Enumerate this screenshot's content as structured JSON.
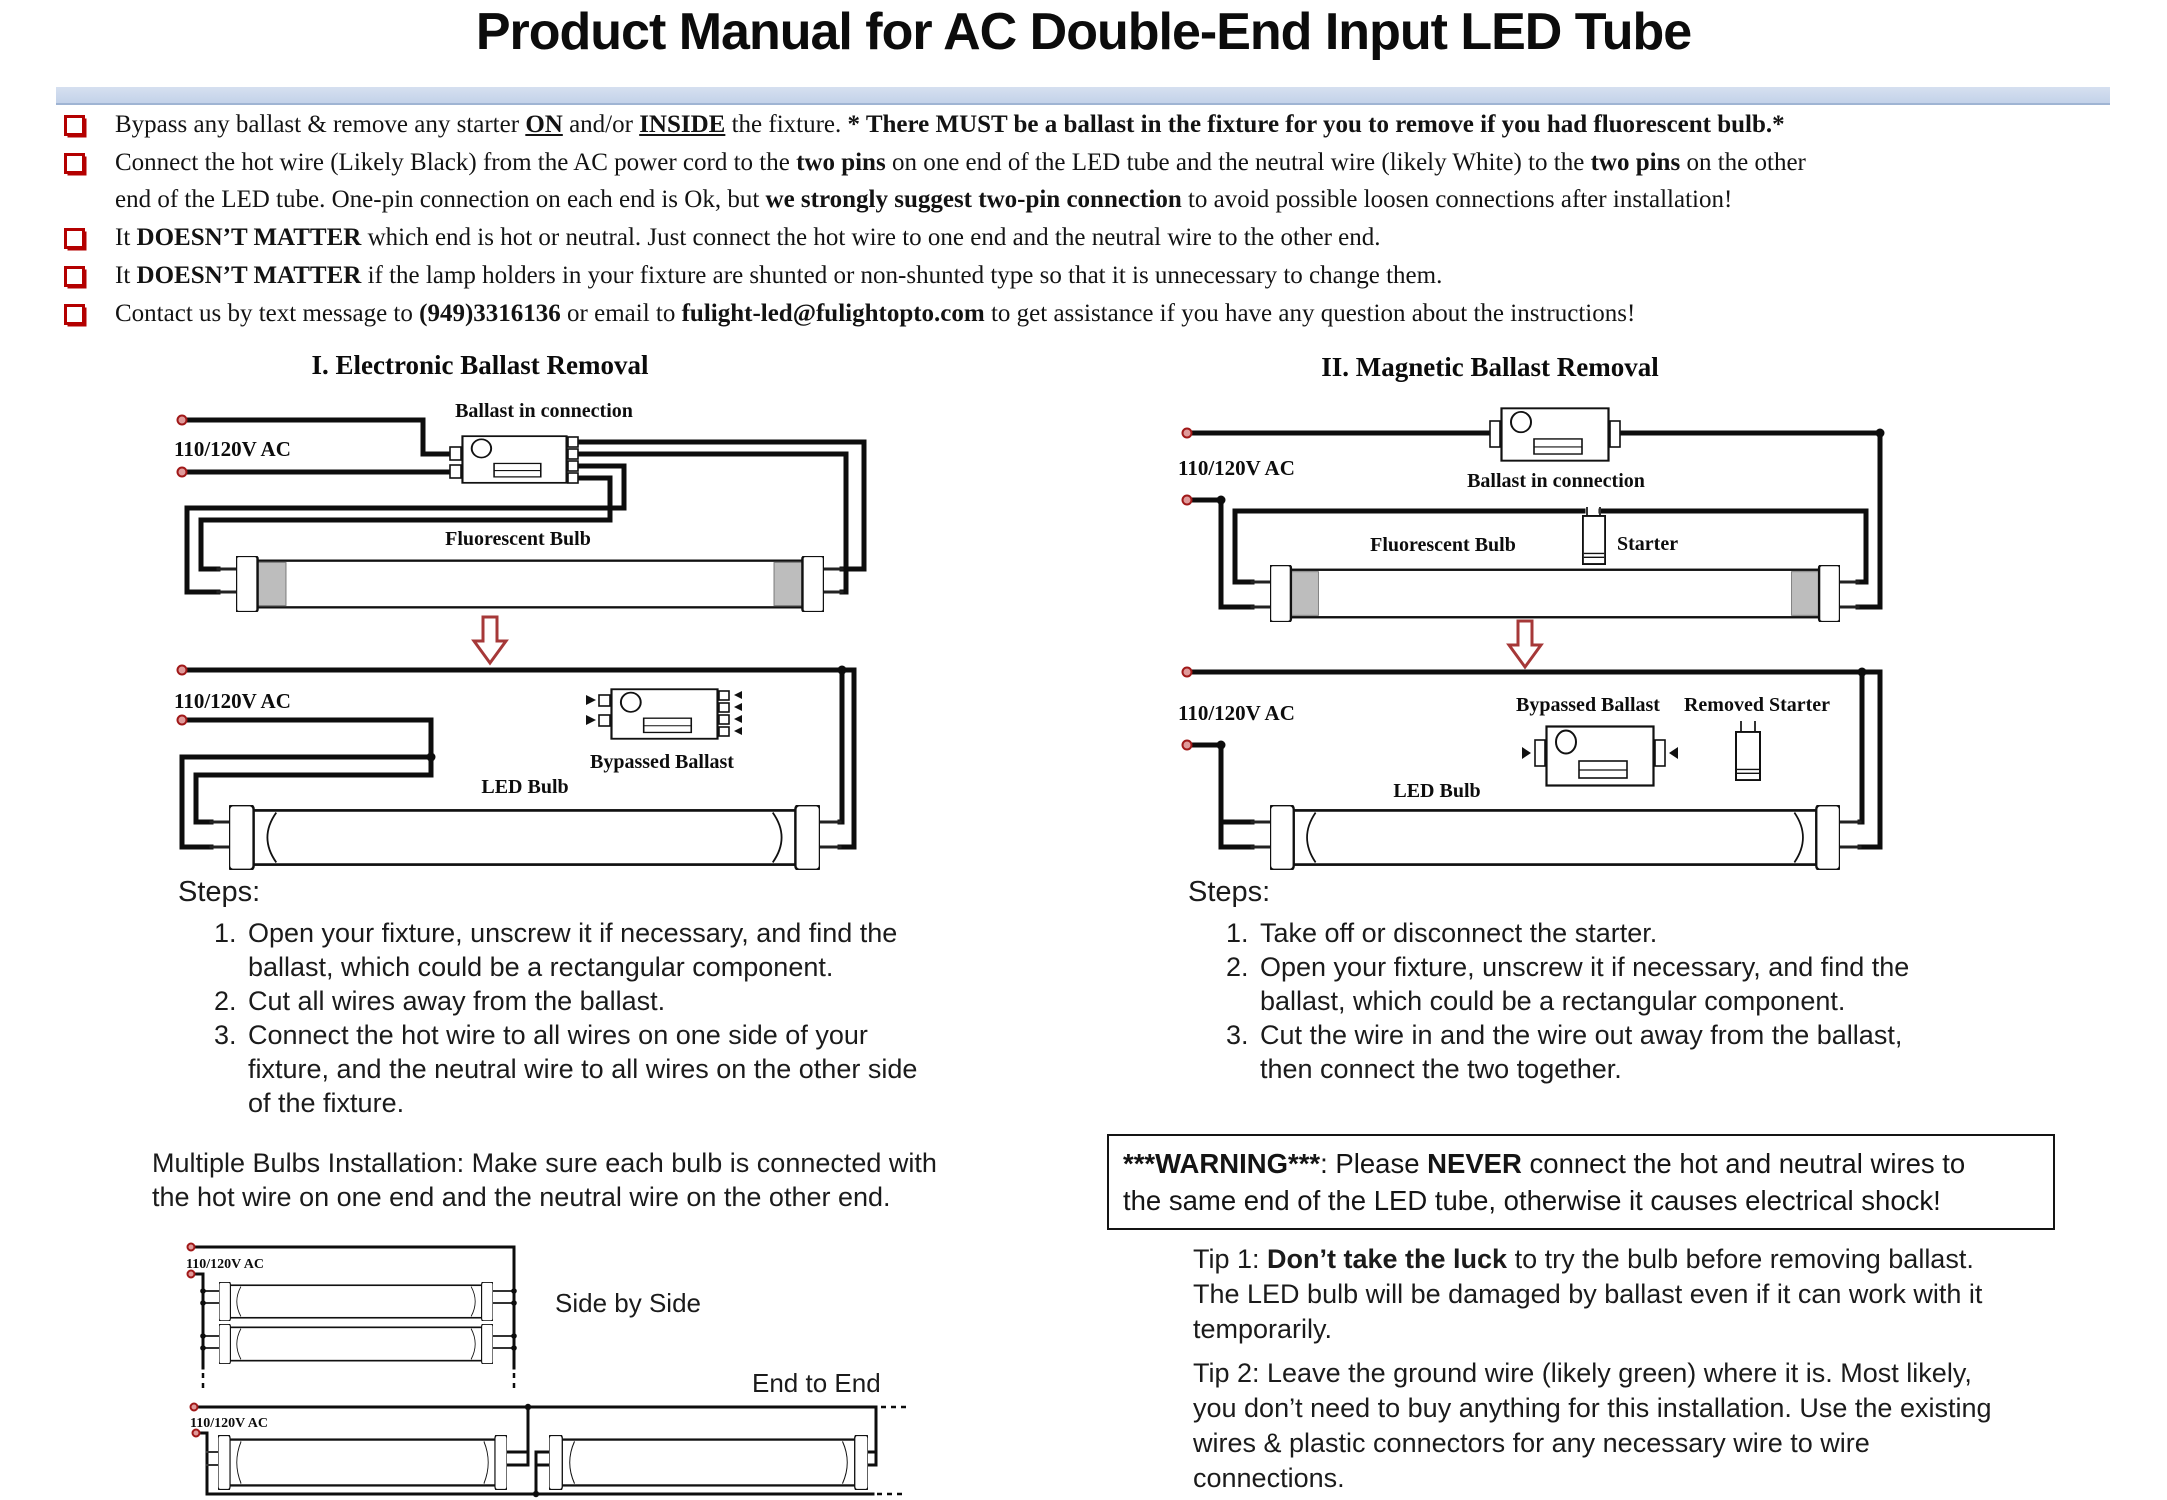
{
  "title": "Product Manual for AC Double-End Input LED Tube",
  "colors": {
    "accent_bar": "#c3d2e9",
    "bullet_red": "#b40000",
    "arrow_red": "#a63838",
    "wire_black": "#0d0d0d"
  },
  "bullets": [
    {
      "segments": [
        {
          "text": "Bypass any ballast & remove any starter "
        },
        {
          "text": "ON",
          "bold": true,
          "underline": true
        },
        {
          "text": " and/or "
        },
        {
          "text": "INSIDE",
          "bold": true,
          "underline": true
        },
        {
          "text": " the fixture. "
        },
        {
          "text": "* There MUST be a ballast in the fixture for you to remove if you had fluorescent bulb.*",
          "bold": true
        }
      ]
    },
    {
      "segments": [
        {
          "text": "Connect the hot wire (Likely Black) from the AC power cord to the "
        },
        {
          "text": "two pins",
          "bold": true
        },
        {
          "text": " on one end of the LED tube and the neutral wire (likely White) to the "
        },
        {
          "text": "two pins",
          "bold": true
        },
        {
          "text": " on the other\nend of the LED tube. One-pin connection on each end is Ok, but "
        },
        {
          "text": "we strongly suggest two-pin connection",
          "bold": true
        },
        {
          "text": " to avoid possible loosen connections after installation!"
        }
      ]
    },
    {
      "segments": [
        {
          "text": "It "
        },
        {
          "text": "DOESN’T MATTER",
          "bold": true
        },
        {
          "text": " which end is hot or neutral. Just connect the hot wire to one end and the neutral wire to the other end."
        }
      ]
    },
    {
      "segments": [
        {
          "text": "It "
        },
        {
          "text": "DOESN’T MATTER",
          "bold": true
        },
        {
          "text": " if the lamp holders in your fixture are shunted or non-shunted type so that it is unnecessary to change them."
        }
      ]
    },
    {
      "segments": [
        {
          "text": "Contact us by text message to "
        },
        {
          "text": "(949)3316136",
          "bold": true
        },
        {
          "text": " or email to "
        },
        {
          "text": "fulight-led@fulightopto.com",
          "bold": true
        },
        {
          "text": " to get assistance if you have any question about the instructions!"
        }
      ]
    }
  ],
  "left_section": {
    "heading": "I. Electronic Ballast Removal",
    "steps_label": "Steps:",
    "steps": [
      "Open your fixture, unscrew it if necessary, and find the\nballast, which could be a rectangular component.",
      "Cut all wires away from the ballast.",
      "Connect the hot wire to all wires on one side of your\nfixture, and the neutral wire to all wires on the other side\nof the fixture."
    ],
    "multi_note": "Multiple Bulbs Installation: Make sure each bulb is connected with\nthe hot wire on one end and the neutral wire on the other end."
  },
  "right_section": {
    "heading": "II. Magnetic Ballast Removal",
    "steps_label": "Steps:",
    "steps": [
      "Take off or disconnect the starter.",
      "Open your fixture, unscrew it if necessary, and find the\nballast, which could be a rectangular component.",
      "Cut the wire in and the wire out away from the ballast,\nthen connect the two together."
    ]
  },
  "warning": {
    "segments": [
      {
        "text": "***WARNING***",
        "bold": true
      },
      {
        "text": ": Please "
      },
      {
        "text": "NEVER",
        "bold": true
      },
      {
        "text": " connect the hot and neutral wires to\nthe same end of the LED tube, otherwise it causes electrical shock!"
      }
    ]
  },
  "tips": [
    {
      "segments": [
        {
          "text": "Tip 1: "
        },
        {
          "text": "Don’t take the luck",
          "bold": true
        },
        {
          "text": " to try the bulb before removing ballast.\nThe LED bulb will be damaged by ballast even if it can work with it\ntemporarily."
        }
      ]
    },
    {
      "segments": [
        {
          "text": "Tip 2: Leave the ground wire (likely green) where it is. Most likely,\nyou don’t need to buy anything for this installation. Use the existing\nwires & plastic connectors for any necessary wire to wire\nconnections."
        }
      ]
    }
  ],
  "diagrams": {
    "electronic": {
      "ballast_in": "Ballast in connection",
      "ac_top": "110/120V AC",
      "fluorescent_bulb": "Fluorescent Bulb",
      "ac_bottom": "110/120V AC",
      "bypassed_ballast": "Bypassed Ballast",
      "led_bulb": "LED Bulb"
    },
    "magnetic": {
      "ballast_in": "Ballast in connection",
      "ac_top": "110/120V AC",
      "starter": "Starter",
      "fluorescent_bulb": "Fluorescent Bulb",
      "ac_bottom": "110/120V AC",
      "bypassed_ballast": "Bypassed Ballast",
      "removed_starter": "Removed Starter",
      "led_bulb": "LED Bulb"
    },
    "multi": {
      "ac_top": "110/120V AC",
      "side_by_side": "Side by Side",
      "ac_bottom": "110/120V AC",
      "end_to_end": "End to End"
    }
  }
}
